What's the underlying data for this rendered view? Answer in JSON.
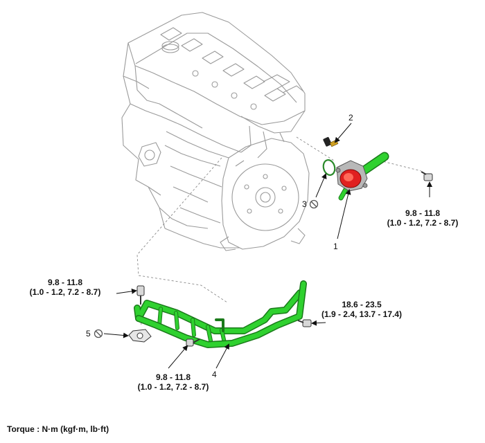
{
  "part_numbers": {
    "p1": "1",
    "p2": "2",
    "p3": "3",
    "p4": "4",
    "p5": "5"
  },
  "torque_specs": {
    "thermostat_bolt": {
      "nm": "9.8 - 11.8",
      "alt": "(1.0 - 1.2, 7.2 - 8.7)"
    },
    "pipe_top_bolt": {
      "nm": "9.8 - 11.8",
      "alt": "(1.0 - 1.2, 7.2 - 8.7)"
    },
    "pipe_bottom_bolt": {
      "nm": "9.8 - 11.8",
      "alt": "(1.0 - 1.2, 7.2 - 8.7)"
    },
    "pipe_right_bolt": {
      "nm": "18.6 - 23.5",
      "alt": "(1.9 - 2.4, 13.7 - 17.4)"
    }
  },
  "footer": {
    "torque_units": "Torque : N·m (kgf·m, lb·ft)"
  },
  "colors": {
    "pipe_green": "#2fd12f",
    "pipe_dark_green": "#1a7a1a",
    "thermostat_red": "#e02020",
    "engine_line": "#9a9a9a",
    "ink": "#111111"
  },
  "icons": {
    "replace_symbol": "no-reuse-icon"
  }
}
